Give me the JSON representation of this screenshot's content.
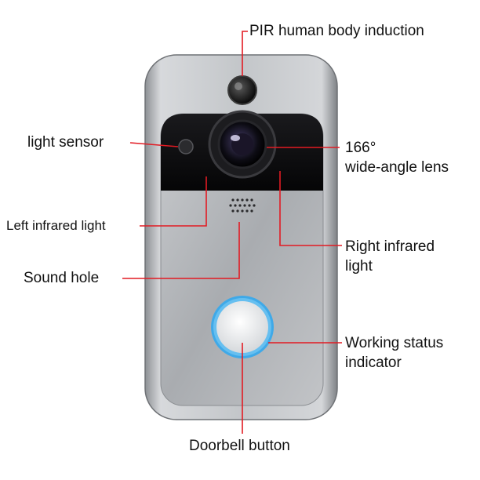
{
  "labels": {
    "pir": "PIR human body induction",
    "light_sensor": "light sensor",
    "lens_line1": "166°",
    "lens_line2": "wide-angle lens",
    "left_ir": "Left infrared light",
    "right_ir_line1": "Right infrared",
    "right_ir_line2": "light",
    "sound_hole": "Sound hole",
    "status_line1": "Working status",
    "status_line2": "indicator",
    "doorbell": "Doorbell button"
  },
  "colors": {
    "leader_line": "#e21b23",
    "device_frame": "#b9bcc0",
    "device_face": "#a8abaf",
    "camera_band": "#0c0c0e",
    "button_ring": "#3fa9e8",
    "button_face": "#eceef0"
  },
  "icons": {
    "pir": "pir-sensor-icon",
    "light_sensor": "light-sensor-icon",
    "lens": "camera-lens-icon",
    "speaker": "speaker-grille-icon",
    "button": "doorbell-button-icon"
  }
}
